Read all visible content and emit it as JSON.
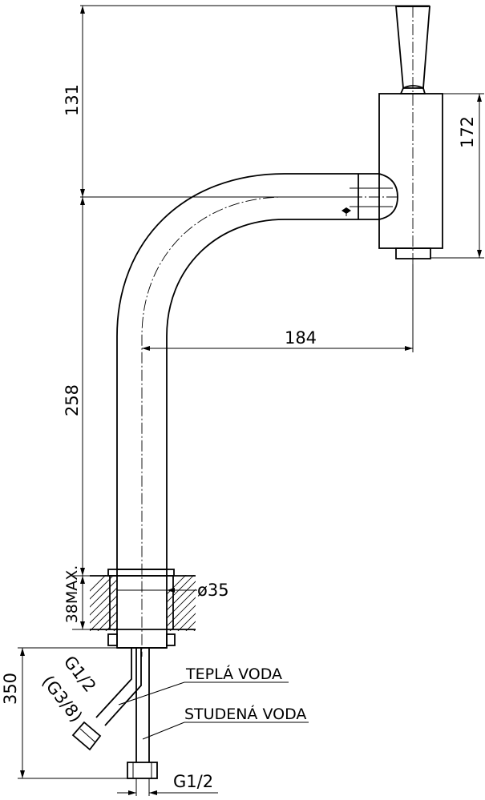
{
  "dimensions": {
    "top_height": "131",
    "head_height": "172",
    "arm_reach": "184",
    "column_height": "258",
    "max_thickness": "38MAX.",
    "tube_diameter": "ø35",
    "bottom_height": "350"
  },
  "connections": {
    "hot_thread": "G1/2",
    "hot_thread_alt": "(G3/8)",
    "cold_thread": "G1/2"
  },
  "labels": {
    "hot_water": "TEPLÁ VODA",
    "cold_water": "STUDENÁ VODA"
  }
}
